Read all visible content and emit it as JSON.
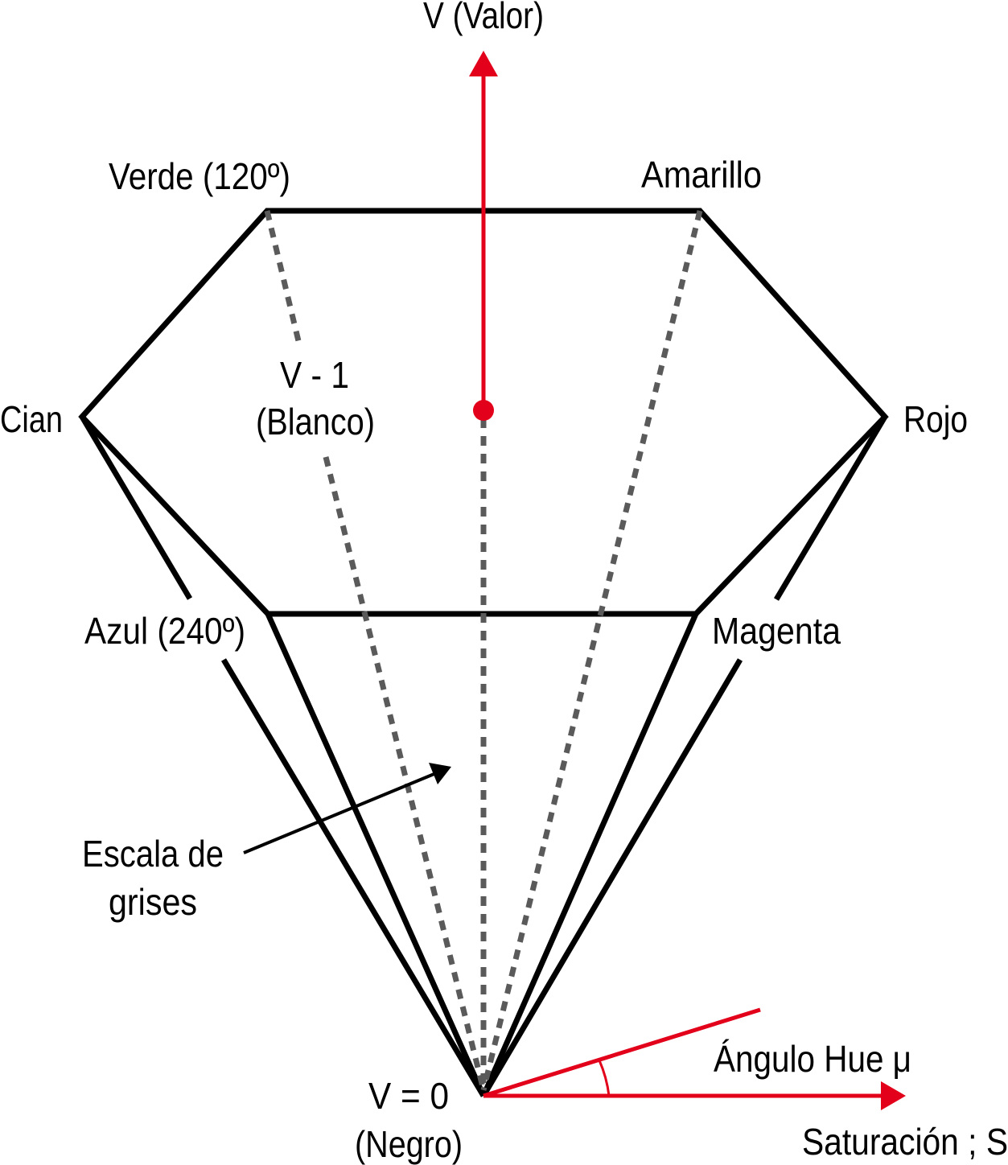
{
  "labels": {
    "value_axis": "V (Valor)",
    "green": "Verde (120º)",
    "yellow": "Amarillo",
    "cyan": "Cian",
    "red": "Rojo",
    "white_line1": "V - 1",
    "white_line2": "(Blanco)",
    "blue": "Azul (240º)",
    "magenta": "Magenta",
    "grayscale_line1": "Escala de",
    "grayscale_line2": "grises",
    "black_line1": "V = 0",
    "black_line2": "(Negro)",
    "hue_angle": "Ángulo Hue μ",
    "saturation": "Saturación ; S"
  },
  "colors": {
    "accent": "#e2001a",
    "outline": "#000000",
    "dotted": "#5a5a5a"
  }
}
